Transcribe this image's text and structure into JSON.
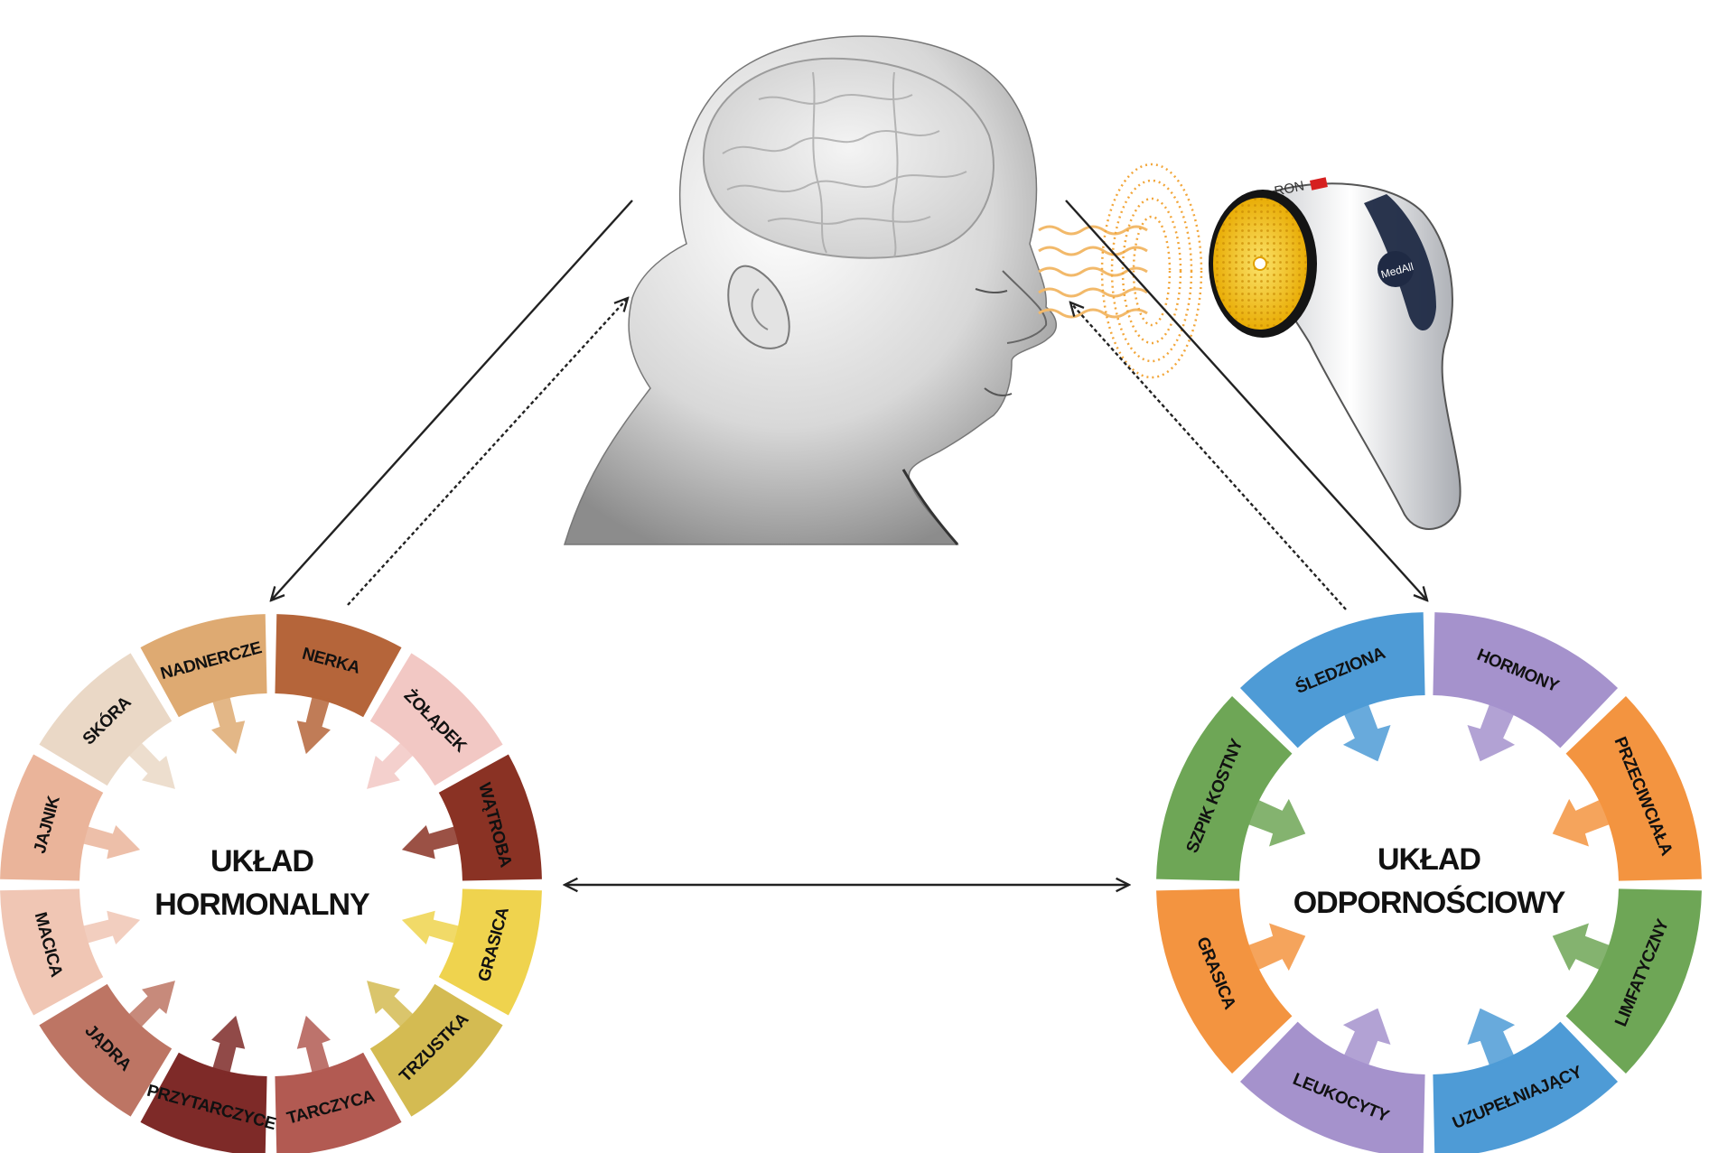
{
  "hormonal": {
    "title_line1": "UKŁAD",
    "title_line2": "HORMONALNY",
    "segments": [
      {
        "label": "NERKA",
        "color": "#b5653a"
      },
      {
        "label": "ŻOŁĄDEK",
        "color": "#f2c8c4"
      },
      {
        "label": "WĄTROBA",
        "color": "#8a3224"
      },
      {
        "label": "GRASICA",
        "color": "#efd34e"
      },
      {
        "label": "TRZUSTKA",
        "color": "#d4bb52"
      },
      {
        "label": "TARCZYCA",
        "color": "#b25a52"
      },
      {
        "label": "PRZYTARCZYCE",
        "color": "#7e2a28"
      },
      {
        "label": "JĄDRA",
        "color": "#bd7564"
      },
      {
        "label": "MACICA",
        "color": "#f0c6b4"
      },
      {
        "label": "JAJNIK",
        "color": "#eab49a"
      },
      {
        "label": "SKÓRA",
        "color": "#ead8c6"
      },
      {
        "label": "NADNERCZE",
        "color": "#deaa72"
      }
    ]
  },
  "immune": {
    "title_line1": "UKŁAD",
    "title_line2": "ODPORNOŚCIOWY",
    "segments": [
      {
        "label": "HORMONY",
        "color": "#a592cc"
      },
      {
        "label": "PRZECIWCIAŁA",
        "color": "#f39440"
      },
      {
        "label": "LIMFATYCZNY",
        "color": "#6ea656"
      },
      {
        "label": "UZUPEŁNIAJĄCY",
        "color": "#4e9bd6"
      },
      {
        "label": "LEUKOCYTY",
        "color": "#a592cc"
      },
      {
        "label": "GRASICA",
        "color": "#f39440"
      },
      {
        "label": "SZPIK KOSTNY",
        "color": "#6ea656"
      },
      {
        "label": "ŚLEDZIONA",
        "color": "#4e9bd6"
      }
    ]
  },
  "device": {
    "brand_top": "RON",
    "brand_side": "MedAll",
    "accent_color": "#f3c51b"
  }
}
